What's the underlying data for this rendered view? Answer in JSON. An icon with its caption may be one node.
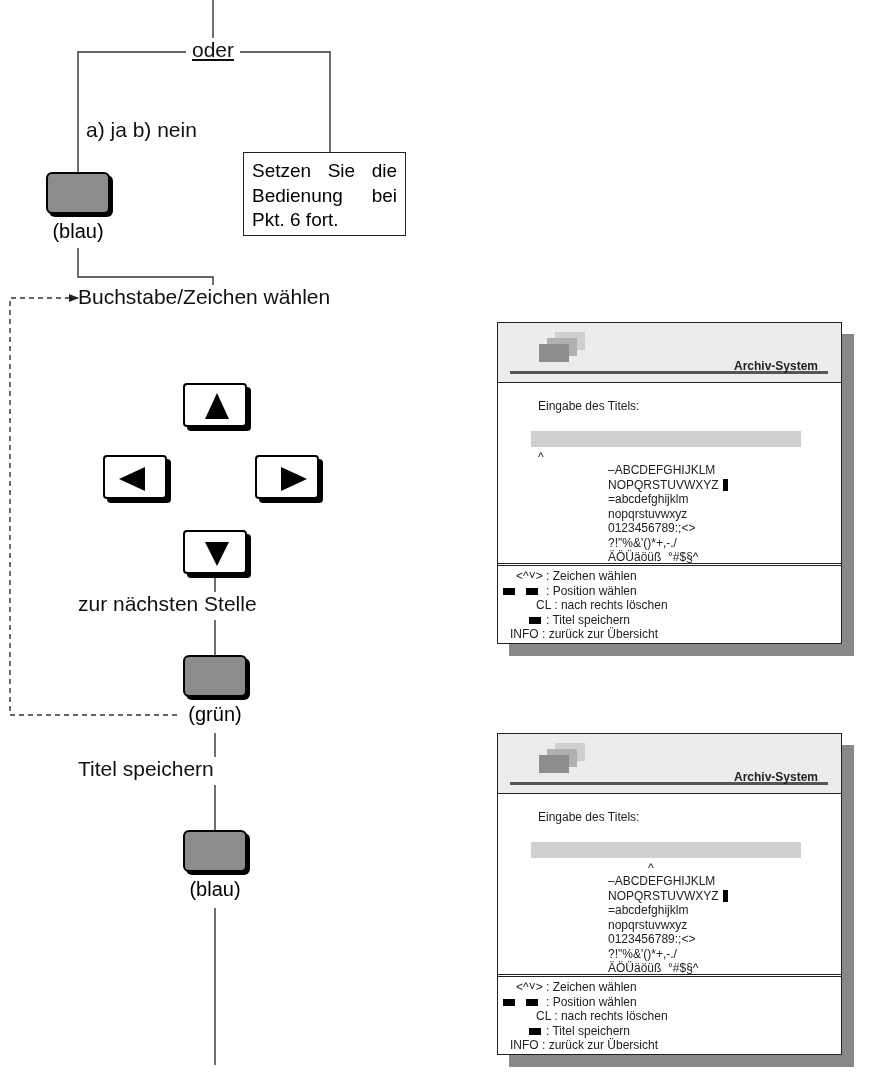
{
  "diagram": {
    "nodes": [
      {
        "text": [
          "oder"
        ]
      },
      {
        "text": [],
        "shape": "box",
        "beside": [
          "(blau)"
        ]
      },
      {
        "text": [
          "Setzen Sie die Bedienung bei Pkt. 6 fort."
        ]
      },
      {
        "text": [
          "Buchstabe/Zeichen wählen"
        ]
      },
      {
        "text": [],
        "shape": "box"
      },
      {
        "text": [],
        "shape": "box"
      },
      {
        "text": [],
        "shape": "box"
      },
      {
        "text": [],
        "shape": "box"
      },
      {
        "text": [
          "zur nächsten Stelle"
        ]
      },
      {
        "text": [],
        "shape": "box",
        "beside": [
          "(grün)"
        ]
      },
      {
        "text": [
          "Titel speichern"
        ]
      },
      {
        "text": [],
        "shape": "box",
        "beside": [
          "(blau)"
        ]
      },
      {
        "text": [
          "Archiv-System",
          "Eingabe des Titels:",
          "^",
          "–ABCDEFGHIJKLM",
          "NOPQRSTUVWXYZ",
          "=abcdefghijklm",
          "nopqrstuvwxyz",
          "0123456789:;<>",
          "?!\"%&'()*+,-./",
          "ÄÖÜäöüß_°#$§^",
          "<^˅> : Zeichen wählen",
          ": Position wählen",
          "CL : nach rechts löschen",
          ": Titel speichern",
          "INFO : zurück zur Übersicht"
        ]
      },
      {
        "text": [
          "Archiv-System",
          "Eingabe des Titels:",
          "^",
          "–ABCDEFGHIJKLM",
          "NOPQRSTUVWXYZ",
          "=abcdefghijklm",
          "nopqrstuvwxyz",
          "0123456789:;<>",
          "?!\"%&'()*+,-./",
          "ÄÖÜäöüß_°#$§^",
          "<^˅> : Zeichen wählen",
          ": Position wählen",
          "CL : nach rechts löschen",
          ": Titel speichern",
          "INFO : zurück zur Übersicht"
        ]
      }
    ],
    "edges": [
      {
        "from": null,
        "to": 0,
        "arrow": "none"
      },
      {
        "from": 0,
        "to": 1,
        "arrow": "none"
      },
      {
        "from": 0,
        "to": 2,
        "arrow": "none"
      },
      {
        "from": 1,
        "to": 3,
        "arrow": "none"
      },
      {
        "from": 9,
        "to": 3,
        "arrow": "to",
        "style": "dashed"
      },
      {
        "from": 7,
        "to": 8,
        "arrow": "none"
      },
      {
        "from": 8,
        "to": 9,
        "arrow": "none"
      },
      {
        "from": 9,
        "to": 10,
        "arrow": "none"
      },
      {
        "from": 10,
        "to": 11,
        "arrow": "none"
      },
      {
        "from": 11,
        "to": null,
        "arrow": "none"
      }
    ],
    "labels": [
      "a) ja b) nein"
    ]
  }
}
